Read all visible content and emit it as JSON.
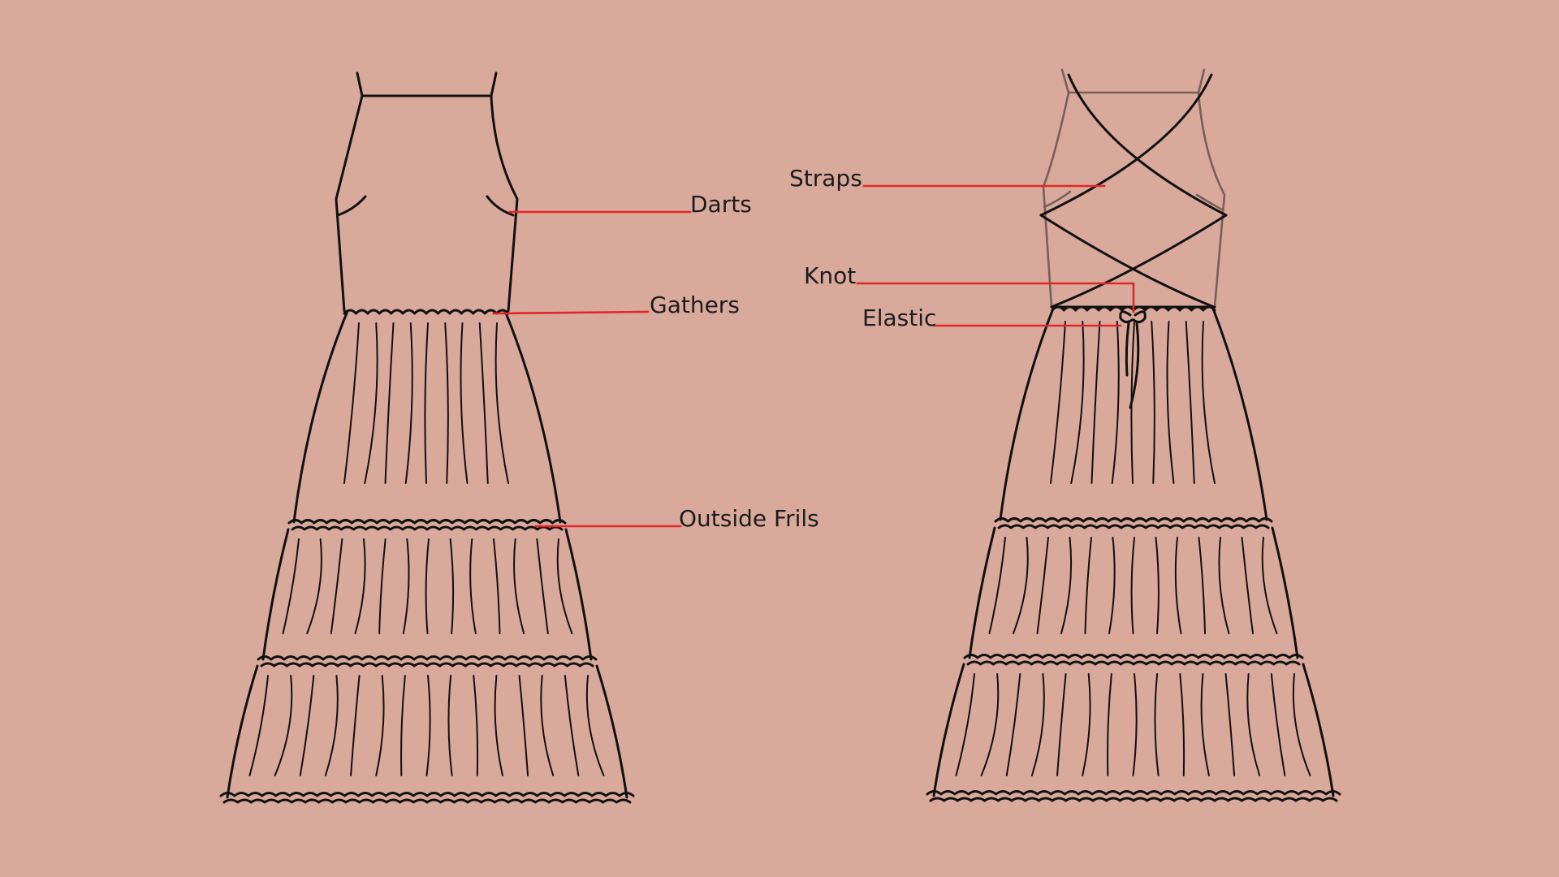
{
  "colors": {
    "background": "#d9aa9b",
    "outline": "#111111",
    "leader": "#e3262b",
    "back_bodice": "#7a5e58"
  },
  "front_view": {
    "labels": {
      "darts": "Darts",
      "gathers": "Gathers",
      "outside_frils": "Outside Frils"
    }
  },
  "back_view": {
    "labels": {
      "straps": "Straps",
      "knot": "Knot",
      "elastic": "Elastic"
    }
  }
}
